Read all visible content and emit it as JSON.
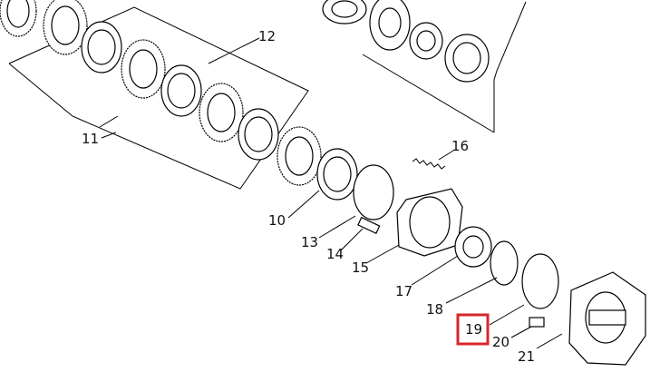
{
  "diagram": {
    "callouts": [
      {
        "id": "c10",
        "text": "10"
      },
      {
        "id": "c11",
        "text": "11"
      },
      {
        "id": "c12",
        "text": "12"
      },
      {
        "id": "c13",
        "text": "13"
      },
      {
        "id": "c14",
        "text": "14"
      },
      {
        "id": "c15",
        "text": "15"
      },
      {
        "id": "c16",
        "text": "16"
      },
      {
        "id": "c17",
        "text": "17"
      },
      {
        "id": "c18",
        "text": "18"
      },
      {
        "id": "c19",
        "text": "19"
      },
      {
        "id": "c20",
        "text": "20"
      },
      {
        "id": "c21",
        "text": "21"
      }
    ],
    "highlighted_callout": "19",
    "highlight_color": "#d8262b",
    "line_color": "#000000"
  }
}
